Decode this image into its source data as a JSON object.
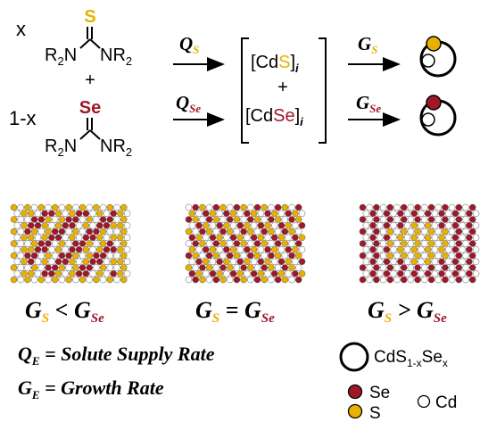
{
  "colors": {
    "sulfur": "#E8B100",
    "selenium": "#A0172A",
    "cadmium": "#FFFFFF",
    "outline": "#000000"
  },
  "reaction": {
    "fraction_top": "x",
    "fraction_bottom": "1-x",
    "thiourea": {
      "chalcogen": "S",
      "left_group": "R2N",
      "right_group": "NR2"
    },
    "selenourea": {
      "chalcogen": "Se",
      "left_group": "R2N",
      "right_group": "NR2"
    },
    "plus": "+",
    "rate_supply_s": {
      "symbol": "Q",
      "sub": "S"
    },
    "rate_supply_se": {
      "symbol": "Q",
      "sub": "Se"
    },
    "monomer_s": {
      "prefix": "[Cd",
      "element": "S",
      "suffix": "]",
      "index": "i"
    },
    "monomer_se": {
      "prefix": "[Cd",
      "element": "Se",
      "suffix": "]",
      "index": "i"
    },
    "rate_growth_s": {
      "symbol": "G",
      "sub": "S"
    },
    "rate_growth_se": {
      "symbol": "G",
      "sub": "Se"
    }
  },
  "lattices": [
    {
      "pattern": "alloy_core_se_stripes",
      "relation": "<"
    },
    {
      "pattern": "homogeneous_alloy",
      "relation": "="
    },
    {
      "pattern": "s_core_se_shell",
      "relation": ">"
    }
  ],
  "definitions": {
    "supply": {
      "symbol": "Q",
      "sub": "E",
      "text": " = Solute Supply Rate"
    },
    "growth": {
      "symbol": "G",
      "sub": "E",
      "text": " = Growth Rate"
    }
  },
  "legend": {
    "particle": {
      "base": "CdS",
      "sub1": "1-x",
      "mid": "Se",
      "sub2": "x"
    },
    "se": "Se",
    "s": "S",
    "cd": "Cd"
  }
}
